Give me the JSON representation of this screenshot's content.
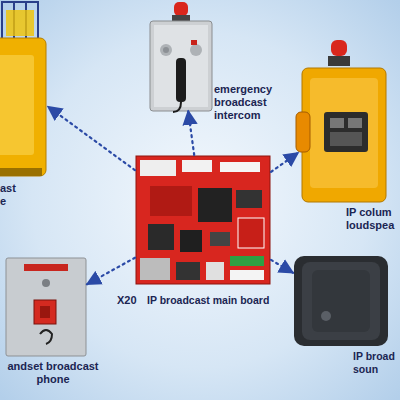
{
  "diagram": {
    "nodes": [
      {
        "text": [
          "ast e"
        ]
      },
      {
        "text": [
          "emergency broadcast intercom"
        ]
      },
      {
        "text": [
          "IP colum loudspea"
        ]
      },
      {
        "text": [
          "X20",
          "IP broadcast main board"
        ]
      },
      {
        "text": [
          "andset broadcast phone"
        ]
      },
      {
        "text": [
          "IP broad soun"
        ]
      }
    ],
    "edges": [
      {
        "from": 3,
        "to": 0,
        "arrow": "to"
      },
      {
        "from": 3,
        "to": 1,
        "arrow": "to"
      },
      {
        "from": 3,
        "to": 2,
        "arrow": "to"
      },
      {
        "from": 3,
        "to": 4,
        "arrow": "to"
      },
      {
        "from": 3,
        "to": 5,
        "arrow": "to"
      }
    ]
  }
}
